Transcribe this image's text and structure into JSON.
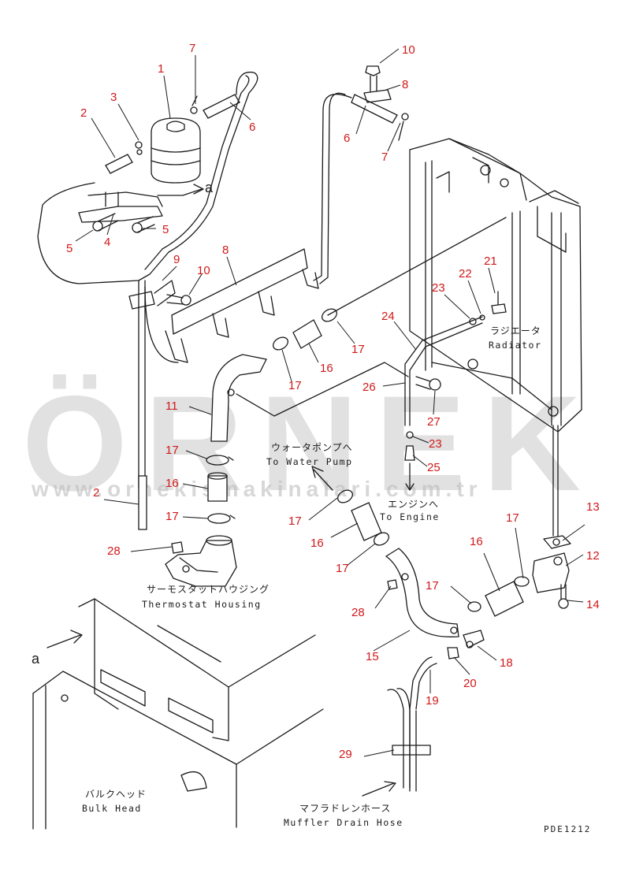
{
  "drawing_code": "PDE1212",
  "watermark": {
    "brand": "ÖRNEK",
    "url": "www.ornekismakinalari.com.tr"
  },
  "view_marker": "a",
  "captions": {
    "radiator": {
      "jp": "ラジエータ",
      "en": "Radiator"
    },
    "water_pump": {
      "jp": "ウォータポンプへ",
      "en": "To Water Pump"
    },
    "engine": {
      "jp": "エンジンへ",
      "en": "To Engine"
    },
    "thermostat": {
      "jp": "サーモスタットハウジング",
      "en": "Thermostat Housing"
    },
    "bulk_head": {
      "jp": "バルクヘッド",
      "en": "Bulk Head"
    },
    "muffler": {
      "jp": "マフラドレンホース",
      "en": "Muffler Drain Hose"
    }
  },
  "callouts": [
    {
      "n": "1"
    },
    {
      "n": "2"
    },
    {
      "n": "3"
    },
    {
      "n": "4"
    },
    {
      "n": "5"
    },
    {
      "n": "5"
    },
    {
      "n": "6"
    },
    {
      "n": "6"
    },
    {
      "n": "7"
    },
    {
      "n": "7"
    },
    {
      "n": "8"
    },
    {
      "n": "8"
    },
    {
      "n": "9"
    },
    {
      "n": "10"
    },
    {
      "n": "10"
    },
    {
      "n": "11"
    },
    {
      "n": "12"
    },
    {
      "n": "13"
    },
    {
      "n": "14"
    },
    {
      "n": "15"
    },
    {
      "n": "16"
    },
    {
      "n": "16"
    },
    {
      "n": "16"
    },
    {
      "n": "16"
    },
    {
      "n": "17"
    },
    {
      "n": "17"
    },
    {
      "n": "17"
    },
    {
      "n": "17"
    },
    {
      "n": "17"
    },
    {
      "n": "17"
    },
    {
      "n": "17"
    },
    {
      "n": "17"
    },
    {
      "n": "18"
    },
    {
      "n": "19"
    },
    {
      "n": "20"
    },
    {
      "n": "21"
    },
    {
      "n": "22"
    },
    {
      "n": "23"
    },
    {
      "n": "23"
    },
    {
      "n": "24"
    },
    {
      "n": "25"
    },
    {
      "n": "26"
    },
    {
      "n": "27"
    },
    {
      "n": "28"
    },
    {
      "n": "28"
    },
    {
      "n": "29"
    },
    {
      "n": "2"
    }
  ]
}
